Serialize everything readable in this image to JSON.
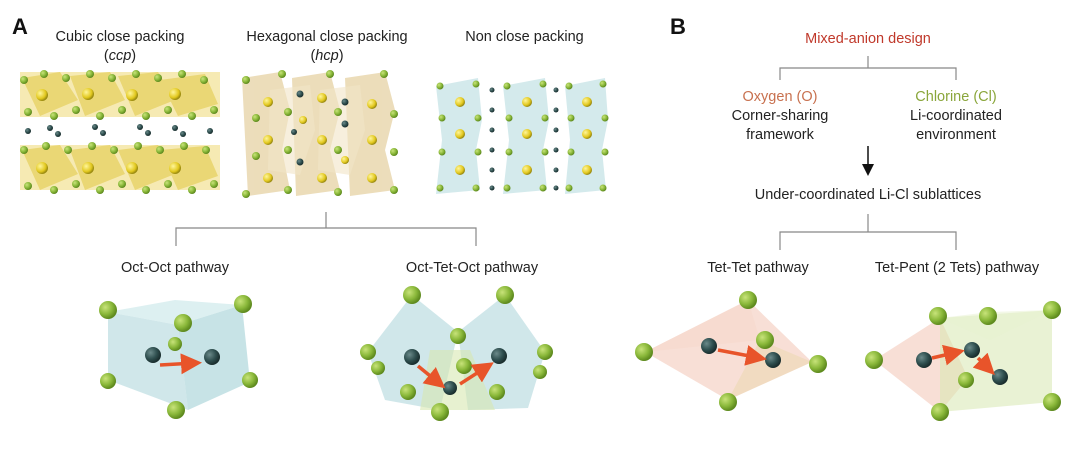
{
  "panel_a": {
    "letter": "A",
    "packings": [
      {
        "name": "Cubic close packing",
        "abbr": "ccp"
      },
      {
        "name": "Hexagonal close packing",
        "abbr": "hcp"
      },
      {
        "name": "Non close packing"
      }
    ],
    "pathways": [
      "Oct-Oct pathway",
      "Oct-Tet-Oct pathway"
    ]
  },
  "panel_b": {
    "letter": "B",
    "design_title": "Mixed-anion design",
    "oxygen": {
      "title": "Oxygen (O)",
      "desc1": "Corner-sharing",
      "desc2": "framework"
    },
    "chlorine": {
      "title": "Chlorine (Cl)",
      "desc1": "Li-coordinated",
      "desc2": "environment"
    },
    "result": "Under-coordinated Li-Cl sublattices",
    "pathways": [
      "Tet-Tet pathway",
      "Tet-Pent (2 Tets) pathway"
    ]
  },
  "colors": {
    "anion_green": "#8ab83a",
    "li_dark": "#2f4f4f",
    "arrow": "#e8542a",
    "design_red": "#c0392b",
    "oxygen_orange": "#c8714f",
    "chlorine_green": "#8aa63b"
  }
}
